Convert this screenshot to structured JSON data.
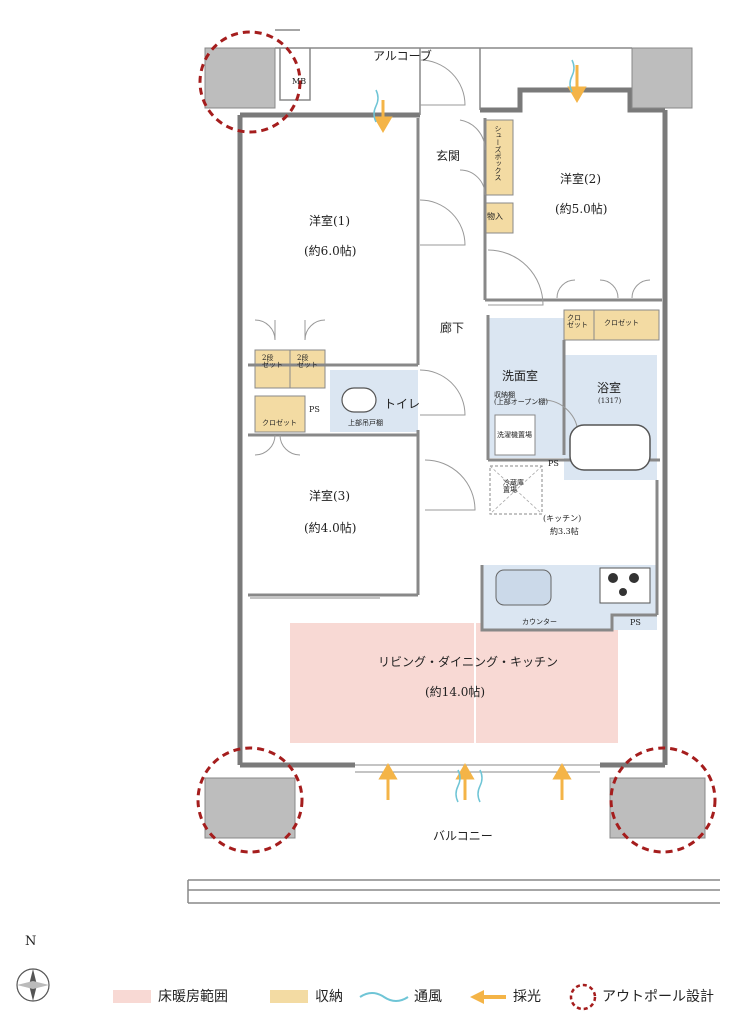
{
  "colors": {
    "floor_heating": "#f8d9d4",
    "storage": "#f3dba3",
    "wet_area": "#dbe6f2",
    "wall": "#7a7a7a",
    "pole_circle": "#a51d1d",
    "arrow": "#f4b447",
    "wind": "#6fc5d6"
  },
  "rooms": {
    "alcove": "アルコーブ",
    "mb": "MB",
    "entrance": "玄関",
    "shoes_box": "シューズボックス",
    "storage_small": "物入",
    "western1": "洋室(1)",
    "western1_size": "(約6.0帖)",
    "western2": "洋室(2)",
    "western2_size": "(約5.0帖)",
    "western3": "洋室(3)",
    "western3_size": "(約4.0帖)",
    "hallway": "廊下",
    "two_stage_closet": "2段\nゼット",
    "closet": "クロゼット",
    "closet_short": "クロ\nゼット",
    "ps": "PS",
    "toilet": "トイレ",
    "toilet_shelf": "上部吊戸棚",
    "washroom": "洗面室",
    "wash_storage": "収納棚\n(上部オープン棚)",
    "washer_area": "洗濯機置場",
    "bathroom": "浴室",
    "bathroom_size": "(1317)",
    "fridge": "冷蔵庫\n置場",
    "kitchen": "(キッチン)",
    "kitchen_size": "約3.3帖",
    "counter": "カウンター",
    "ldk": "リビング・ダイニング・キッチン",
    "ldk_size": "(約14.0帖)",
    "balcony": "バルコニー"
  },
  "compass": {
    "north": "N"
  },
  "legend": [
    {
      "label": "床暖房範囲",
      "icon": "pink-swatch"
    },
    {
      "label": "収納",
      "icon": "yellow-swatch"
    },
    {
      "label": "通風",
      "icon": "wind-wave-icon"
    },
    {
      "label": "採光",
      "icon": "light-arrow-icon"
    },
    {
      "label": "アウトポール設計",
      "icon": "dashed-circle-icon"
    }
  ]
}
